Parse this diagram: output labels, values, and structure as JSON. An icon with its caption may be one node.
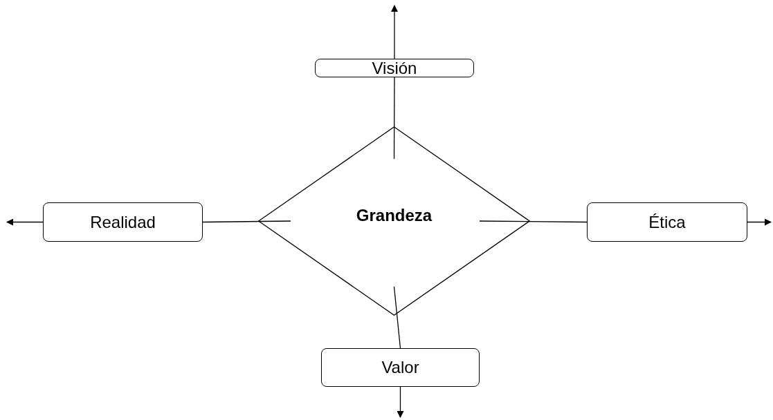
{
  "diagram": {
    "nodes": [
      {
        "text": [
          "Grandeza"
        ]
      },
      {
        "text": [
          "Visión"
        ]
      },
      {
        "text": [
          "Realidad"
        ]
      },
      {
        "text": [
          "Ética"
        ]
      },
      {
        "text": [
          "Valor"
        ]
      }
    ],
    "edges": [
      {
        "from": 0,
        "to": 1,
        "arrow": "none"
      },
      {
        "from": 0,
        "to": 2,
        "arrow": "none"
      },
      {
        "from": 0,
        "to": 3,
        "arrow": "none"
      },
      {
        "from": 0,
        "to": 4,
        "arrow": "none"
      },
      {
        "from": 1,
        "to": null,
        "arrow": "to"
      },
      {
        "from": 2,
        "to": null,
        "arrow": "to"
      },
      {
        "from": 3,
        "to": null,
        "arrow": "to"
      },
      {
        "from": 4,
        "to": null,
        "arrow": "to"
      }
    ]
  }
}
